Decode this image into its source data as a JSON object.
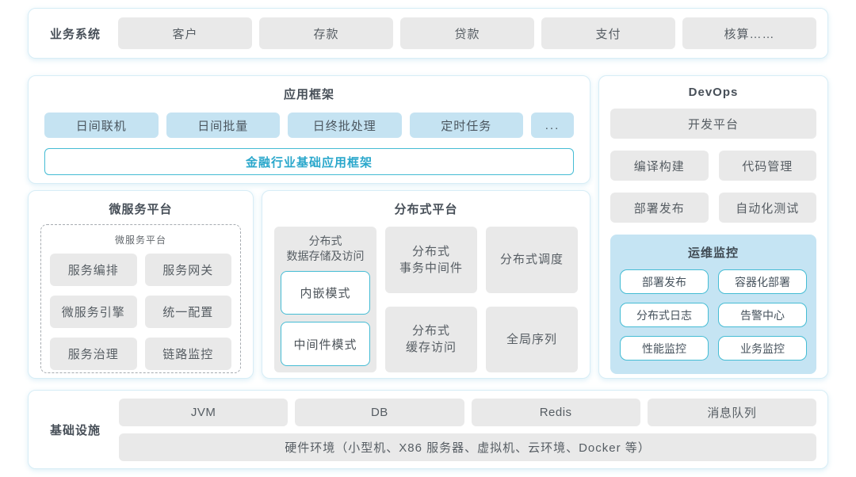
{
  "colors": {
    "section_border": "#d7edf6",
    "box_gray": "#e9e9e9",
    "chip_blue": "#c5e3f2",
    "monitor_panel_blue": "#c5e4f3",
    "teal_border": "#45bcd4",
    "teal_text": "#2aa7cb",
    "text_dark": "#474f58"
  },
  "business": {
    "label": "业务系统",
    "items": [
      "客户",
      "存款",
      "贷款",
      "支付",
      "核算……"
    ]
  },
  "app_framework": {
    "title": "应用框架",
    "chips": [
      "日间联机",
      "日间批量",
      "日终批处理",
      "定时任务",
      "..."
    ],
    "base": "金融行业基础应用框架"
  },
  "microservice": {
    "title": "微服务平台",
    "inner_title": "微服务平台",
    "items": [
      "服务编排",
      "服务网关",
      "微服务引擎",
      "统一配置",
      "服务治理",
      "链路监控"
    ]
  },
  "distributed": {
    "title": "分布式平台",
    "col1": {
      "label": "分布式\n数据存储及访问",
      "modes": [
        "内嵌模式",
        "中间件模式"
      ]
    },
    "cells": [
      "分布式\n事务中间件",
      "分布式调度",
      "分布式\n缓存访问",
      "全局序列"
    ]
  },
  "devops": {
    "title": "DevOps",
    "full": "开发平台",
    "grid": [
      "编译构建",
      "代码管理",
      "部署发布",
      "自动化测试"
    ],
    "monitor": {
      "title": "运维监控",
      "items": [
        "部署发布",
        "容器化部署",
        "分布式日志",
        "告警中心",
        "性能监控",
        "业务监控"
      ]
    }
  },
  "infrastructure": {
    "label": "基础设施",
    "items": [
      "JVM",
      "DB",
      "Redis",
      "消息队列"
    ],
    "hardware": "硬件环境（小型机、X86 服务器、虚拟机、云环境、Docker 等）"
  }
}
